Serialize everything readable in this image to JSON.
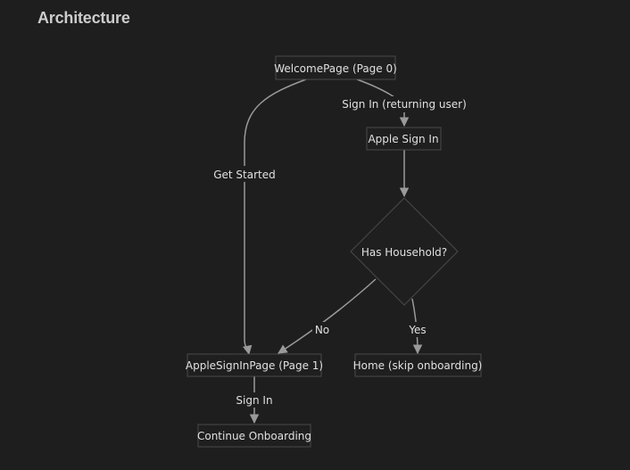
{
  "page": {
    "title": "Architecture"
  },
  "diagram": {
    "nodes": {
      "welcome": "WelcomePage (Page 0)",
      "apple_sign_in": "Apple Sign In",
      "has_household": "Has Household?",
      "apple_sign_in_page": "AppleSignInPage (Page 1)",
      "home": "Home (skip onboarding)",
      "continue_onboarding": "Continue Onboarding"
    },
    "edges": {
      "get_started": "Get Started",
      "sign_in_returning": "Sign In (returning user)",
      "no": "No",
      "yes": "Yes",
      "sign_in": "Sign In"
    }
  },
  "colors": {
    "background": "#1e1e1e",
    "node_fill": "#1f1f1f",
    "node_stroke": "#4a4a4a",
    "edge": "#9a9a9a",
    "text": "#e0e0e0"
  }
}
